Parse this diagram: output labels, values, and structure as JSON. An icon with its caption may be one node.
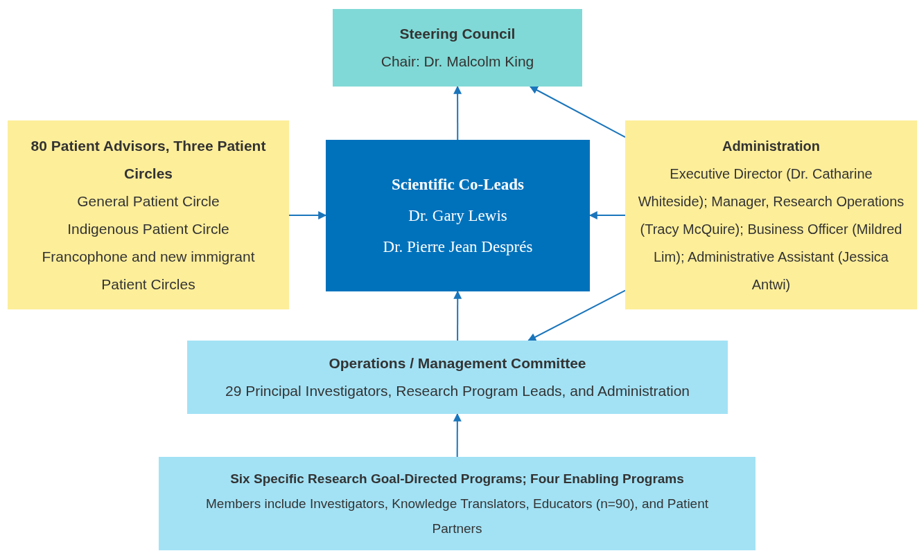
{
  "diagram": {
    "nodes": [
      {
        "text": [
          "Steering Council",
          "Chair: Dr. Malcolm King"
        ]
      },
      {
        "text": [
          "80 Patient Advisors, Three Patient Circles",
          "General Patient Circle",
          "Indigenous Patient Circle",
          "Francophone and new immigrant Patient Circles"
        ]
      },
      {
        "text": [
          "Scientific Co-Leads",
          "Dr. Gary Lewis",
          "Dr. Pierre Jean Després"
        ]
      },
      {
        "text": [
          "Administration",
          "Executive Director (Dr. Catharine Whiteside); Manager, Research Operations (Tracy McQuire); Business Officer (Mildred Lim); Administrative Assistant (Jessica Antwi)"
        ]
      },
      {
        "text": [
          "Operations / Management Committee",
          "29 Principal Investigators, Research Program Leads, and Administration"
        ]
      },
      {
        "text": [
          "Six Specific Research Goal-Directed Programs; Four Enabling Programs",
          "Members include Investigators, Knowledge Translators, Educators (n=90), and Patient Partners"
        ]
      }
    ],
    "edges": [
      {
        "from": 2,
        "to": 0,
        "arrow": "to"
      },
      {
        "from": 1,
        "to": 2,
        "arrow": "to"
      },
      {
        "from": 3,
        "to": 2,
        "arrow": "to"
      },
      {
        "from": 3,
        "to": 0,
        "arrow": "to"
      },
      {
        "from": 3,
        "to": 4,
        "arrow": "to"
      },
      {
        "from": 4,
        "to": 2,
        "arrow": "to"
      },
      {
        "from": 5,
        "to": 4,
        "arrow": "to"
      }
    ]
  }
}
